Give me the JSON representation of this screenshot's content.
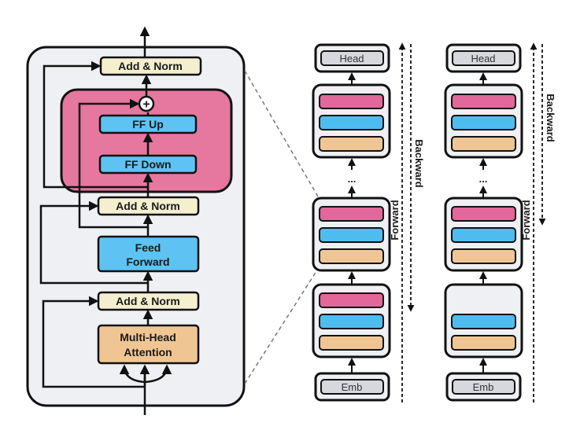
{
  "block": {
    "add_norm_top": "Add & Norm",
    "ff_up": "FF Up",
    "ff_down": "FF Down",
    "add_norm_mid": "Add & Norm",
    "feed_forward_line1": "Feed",
    "feed_forward_line2": "Forward",
    "add_norm_bottom": "Add & Norm",
    "mha_line1": "Multi-Head",
    "mha_line2": "Attention",
    "plus_symbol": "+"
  },
  "stacks": {
    "head_label": "Head",
    "emb_label": "Emb",
    "dots": "...",
    "forward_label": "Forward",
    "backward_label": "Backward"
  },
  "colors": {
    "panel_bg": "#eef0f3",
    "addnorm": "#f4efcf",
    "adapter": "#e6779f",
    "ff_blue": "#5ec3f2",
    "attention": "#f0c594",
    "pink_bar": "#e2679a",
    "blue_bar": "#4fbcef",
    "orange_bar": "#f0c594",
    "label_box": "#d6d8dd"
  }
}
